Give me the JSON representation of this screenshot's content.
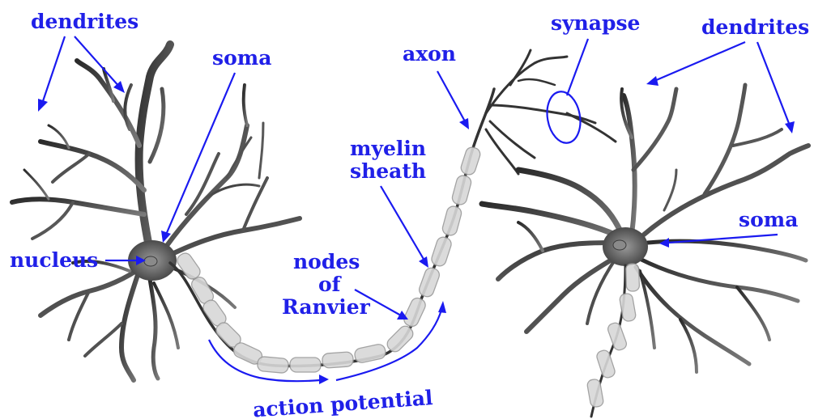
{
  "labels": {
    "dendrites_left": "dendrites",
    "soma_left": "soma",
    "nucleus": "nucleus",
    "axon": "axon",
    "synapse": "synapse",
    "dendrites_right": "dendrites",
    "myelin_line1": "myelin",
    "myelin_line2": "sheath",
    "nodes_line1": "nodes",
    "nodes_line2": "of",
    "nodes_line3": "Ranvier",
    "soma_right": "soma",
    "action_potential": "action potential"
  },
  "colors": {
    "label": "#2020e8",
    "arrow": "#1a1af0",
    "neuron_dark": "#2e2e2e",
    "neuron_mid": "#6b6b6b",
    "myelin": "#d8d8d8"
  }
}
